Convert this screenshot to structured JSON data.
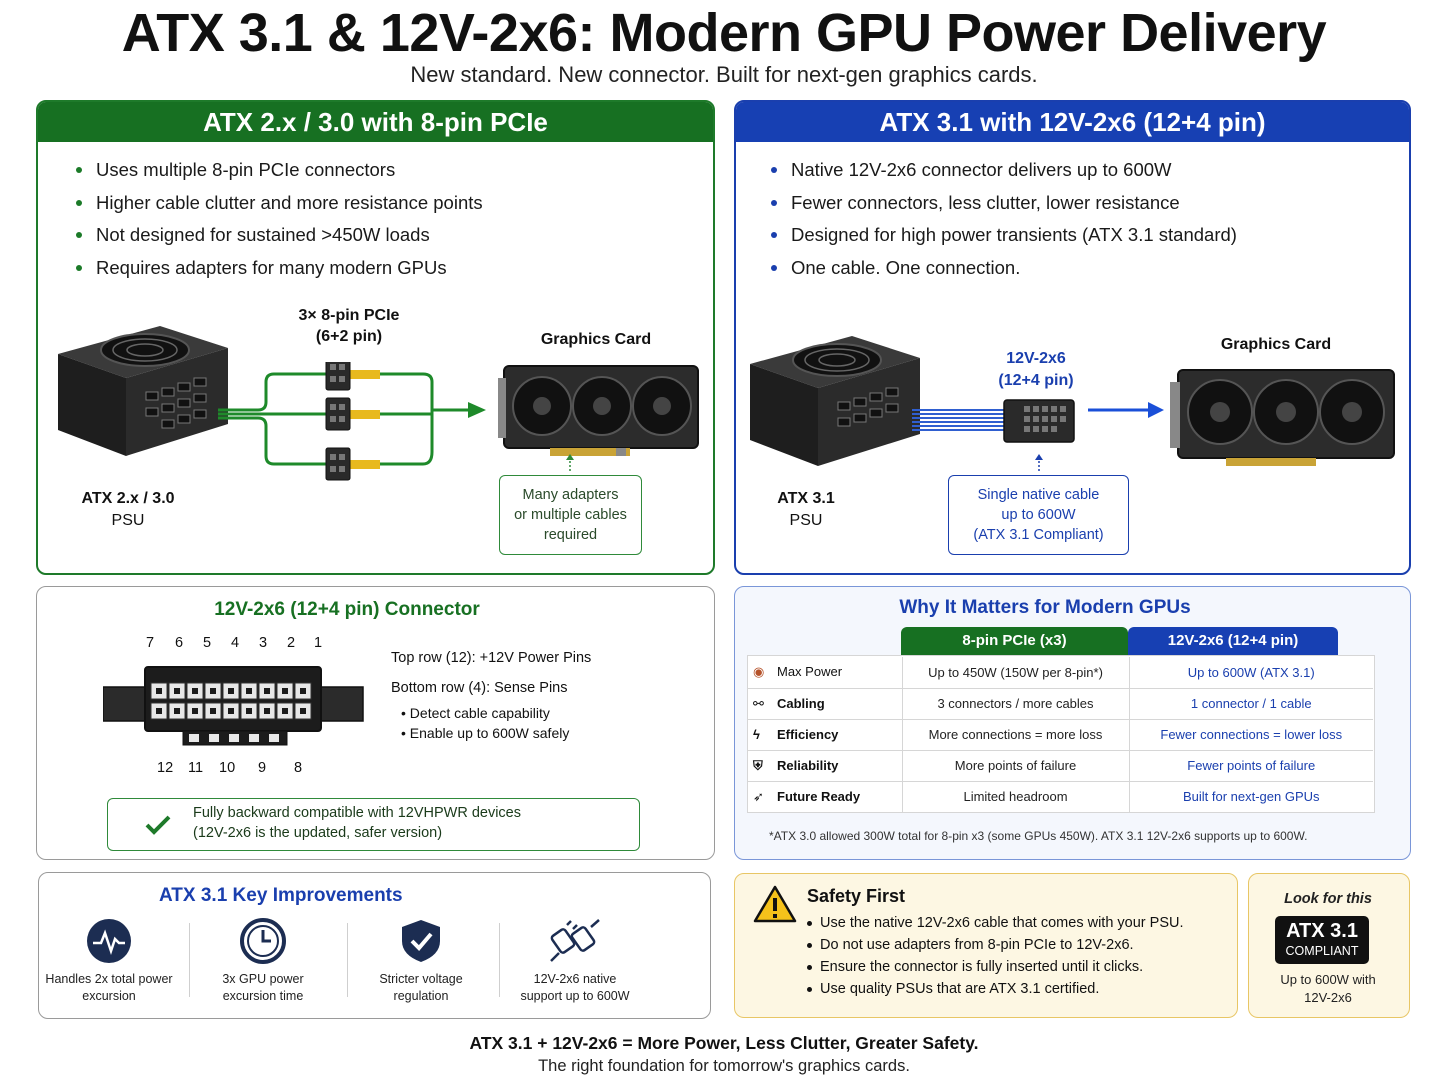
{
  "header": {
    "title": "ATX 3.1 & 12V-2x6: Modern GPU Power Delivery",
    "subtitle": "New standard. New connector. Built for next-gen graphics cards."
  },
  "left_panel": {
    "heading": "ATX 2.x / 3.0 with 8-pin PCIe",
    "bullets": [
      "Uses multiple 8-pin PCIe connectors",
      "Higher cable clutter and more resistance points",
      "Not designed for sustained >450W loads",
      "Requires adapters for many modern GPUs"
    ],
    "connector_label_1": "3× 8-pin PCIe",
    "connector_label_2": "(6+2 pin)",
    "gpu_label": "Graphics Card",
    "psu_label_1": "ATX 2.x / 3.0",
    "psu_label_2": "PSU",
    "callout": [
      "Many adapters",
      "or multiple cables",
      "required"
    ]
  },
  "right_panel": {
    "heading": "ATX 3.1 with 12V-2x6 (12+4 pin)",
    "bullets": [
      "Native 12V-2x6 connector delivers up to 600W",
      "Fewer connectors, less clutter, lower resistance",
      "Designed for high power transients (ATX 3.1 standard)",
      "One cable. One connection."
    ],
    "connector_label_1": "12V-2x6",
    "connector_label_2": "(12+4 pin)",
    "gpu_label": "Graphics Card",
    "psu_label_1": "ATX 3.1",
    "psu_label_2": "PSU",
    "callout": [
      "Single native cable",
      "up to 600W",
      "(ATX 3.1 Compliant)"
    ]
  },
  "connector_panel": {
    "title": "12V-2x6 (12+4 pin) Connector",
    "top_pins": [
      "7",
      "6",
      "5",
      "4",
      "3",
      "2",
      "1"
    ],
    "bottom_pins": [
      "12",
      "11",
      "10",
      "9",
      "8"
    ],
    "top_row_desc": "Top row (12): +12V Power Pins",
    "bottom_row_desc": "Bottom row (4): Sense Pins",
    "sense_bullets": [
      "Detect cable capability",
      "Enable up to 600W safely"
    ],
    "compat_1": "Fully backward compatible with 12VHPWR devices",
    "compat_2": "(12V-2x6 is the updated, safer version)"
  },
  "why_panel": {
    "title": "Why It Matters for Modern GPUs",
    "col_headers": [
      "8-pin PCIe (x3)",
      "12V-2x6 (12+4 pin)"
    ],
    "rows": [
      {
        "icon": "gauge-icon",
        "label": "Max Power",
        "old": "Up to 450W (150W per 8-pin*)",
        "new": "Up to 600W (ATX 3.1)"
      },
      {
        "icon": "cable-icon",
        "label": "Cabling",
        "old": "3 connectors / more cables",
        "new": "1 connector / 1 cable"
      },
      {
        "icon": "lightning-icon",
        "label": "Efficiency",
        "old": "More connections = more loss",
        "new": "Fewer connections = lower loss"
      },
      {
        "icon": "shield-icon",
        "label": "Reliability",
        "old": "More points of failure",
        "new": "Fewer points of failure"
      },
      {
        "icon": "rocket-icon",
        "label": "Future Ready",
        "old": "Limited headroom",
        "new": "Built for next-gen GPUs"
      }
    ],
    "footnote": "*ATX 3.0 allowed 300W total for 8-pin x3 (some GPUs 450W).  ATX 3.1 12V-2x6 supports up to 600W."
  },
  "improvements_panel": {
    "title": "ATX 3.1 Key Improvements",
    "items": [
      {
        "icon": "power-surge-icon",
        "line1": "Handles 2x total power",
        "line2": "excursion"
      },
      {
        "icon": "clock-icon",
        "line1": "3x GPU power",
        "line2": "excursion time"
      },
      {
        "icon": "check-shield-icon",
        "line1": "Stricter voltage",
        "line2": "regulation"
      },
      {
        "icon": "plug-icon",
        "line1": "12V-2x6 native",
        "line2": "support up to 600W"
      }
    ]
  },
  "safety_panel": {
    "title": "Safety First",
    "items": [
      "Use the native 12V-2x6 cable that comes with your PSU.",
      "Do not use adapters from 8-pin PCIe to 12V-2x6.",
      "Ensure the connector is fully inserted until it clicks.",
      "Use quality PSUs that are ATX 3.1 certified."
    ]
  },
  "badge_panel": {
    "look_for": "Look for this",
    "badge_main": "ATX 3.1",
    "badge_sub": "COMPLIANT",
    "desc_1": "Up to 600W with",
    "desc_2": "12V-2x6"
  },
  "footer": {
    "line1": "ATX 3.1 + 12V-2x6 = More Power, Less Clutter, Greater Safety.",
    "line2": "The right foundation for tomorrow's graphics cards."
  },
  "colors": {
    "green": "#177022",
    "blue": "#1740b3",
    "safety_bg": "#fdf7e3",
    "safety_border": "#e8c665"
  }
}
